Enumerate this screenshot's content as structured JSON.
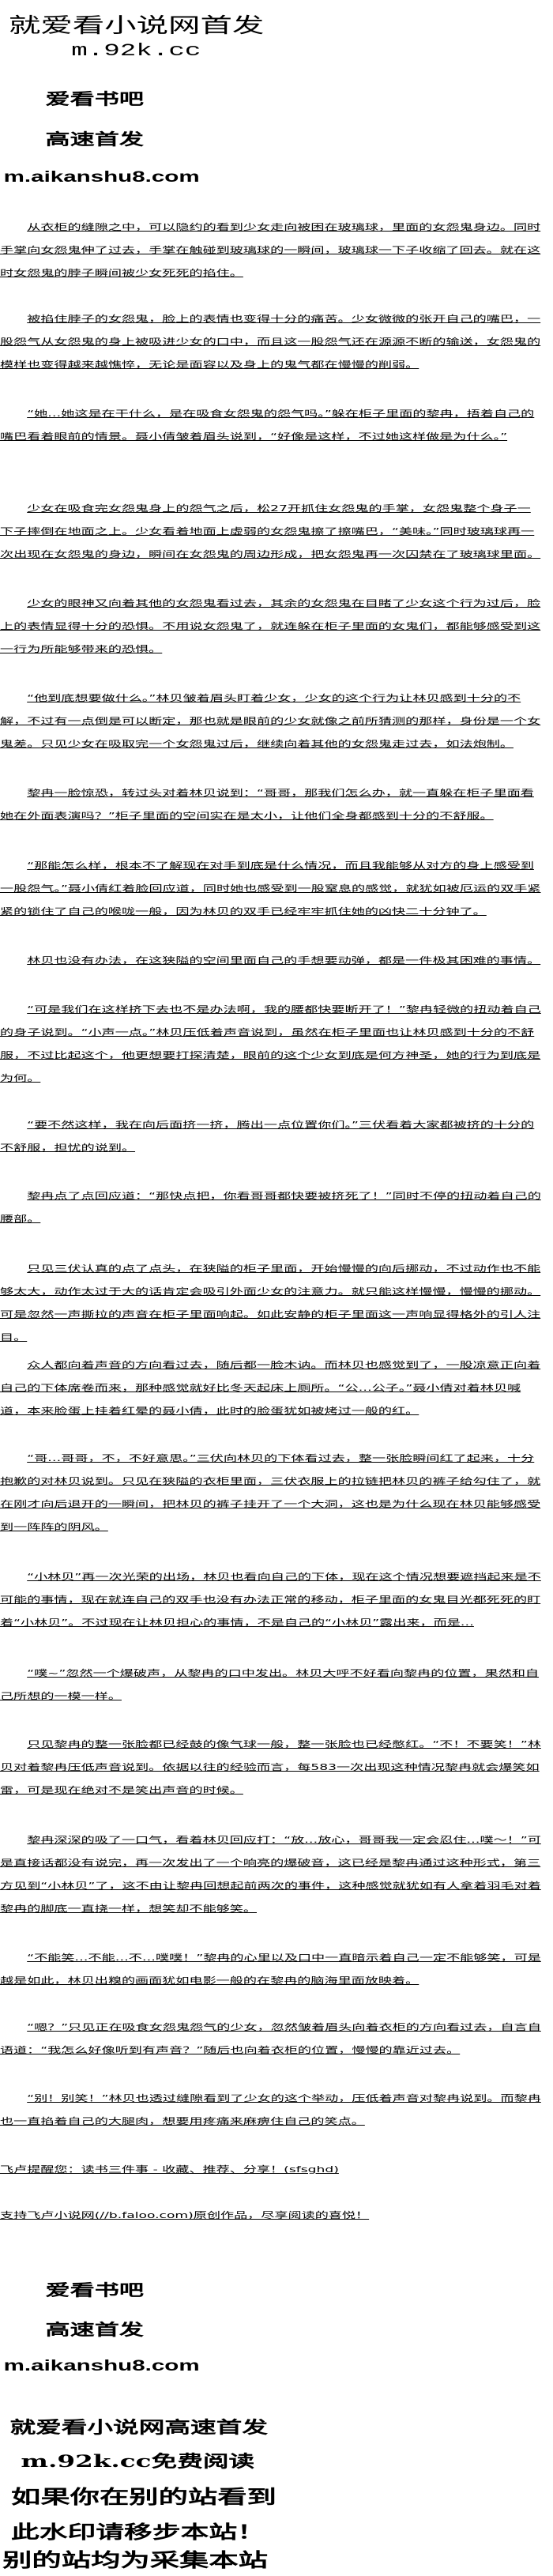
{
  "header": {
    "watermark_line1": "就爱看小说网首发",
    "watermark_line2": "m.92k.cc",
    "site_name": "爱看书吧",
    "site_slogan": "高速首发",
    "site_url": "m.aikanshu8.com"
  },
  "paragraphs": [
    "从衣柜的缝隙之中，可以隐约的看到少女走向被困在玻璃球，里面的女怨鬼身边。同时手掌向女怨鬼伸了过去，手掌在触碰到玻璃球的一瞬间，玻璃球一下子收缩了回去。就在这时女怨鬼的脖子瞬间被少女死死的掐住。",
    "被掐住脖子的女怨鬼，脸上的表情也变得十分的痛苦。少女微微的张开自己的嘴巴，一股怨气从女怨鬼的身上被吸进少女的口中，而且这一股怨气还在源源不断的输送，女怨鬼的模样也变得越来越憔悴，无论是面容以及身上的鬼气都在慢慢的削弱。",
    "“她…她这是在干什么，是在吸食女怨鬼的怨气吗。”躲在柜子里面的黎冉，捂着自己的嘴巴看着眼前的情景。聂小倩皱着眉头说到，“好像是这样，不过她这样做是为什么。”",
    "少女在吸食完女怨鬼身上的怨气之后，松27开抓住女怨鬼的手掌，女怨鬼整个身子一下子摔倒在地面之上。少女看着地面上虚弱的女怨鬼擦了擦嘴巴，“美味。”同时玻璃球再一次出现在女怨鬼的身边，瞬间在女怨鬼的周边形成，把女怨鬼再一次囚禁在了玻璃球里面。",
    "少女的眼神又向着其他的女怨鬼看过去，其余的女怨鬼在目睹了少女这个行为过后，脸上的表情显得十分的恐惧。不用说女怨鬼了，就连躲在柜子里面的女鬼们，都能够感受到这一行为所能够带来的恐惧。",
    "“他到底想要做什么。”林贝皱着眉头盯着少女，少女的这个行为让林贝感到十分的不解，不过有一点倒是可以断定，那也就是眼前的少女就像之前所猜测的那样，身份是一个女鬼差。只见少女在吸取完一个女怨鬼过后，继续向着其他的女怨鬼走过去，如法炮制。",
    "黎冉一脸惊恐，转过头对着林贝说到：“哥哥，那我们怎么办，就一直躲在柜子里面看她在外面表演吗？”柜子里面的空间实在是太小，让他们全身都感到十分的不舒服。",
    "“那能怎么样，根本不了解现在对手到底是什么情况，而且我能够从对方的身上感受到一股怨气。”聂小倩红着脸回应道，同时她也感受到一股窒息的感觉，就犹如被厄运的双手紧紧的锁住了自己的喉咙一般，因为林贝的双手已经牢牢抓住她的凶快二十分钟了。",
    "林贝也没有办法，在这狭隘的空间里面自己的手想要动弹，都是一件极其困难的事情。",
    "“可是我们在这样挤下去也不是办法啊，我的腰都快要断开了！”黎冉轻微的扭动着自己的身子说到。“小声一点。”林贝压低着声音说到，虽然在柜子里面也让林贝感到十分的不舒服，不过比起这个，他更想要打探清楚，眼前的这个少女到底是何方神圣，她的行为到底是为何。",
    "“要不然这样，我在向后面挤一挤，腾出一点位置你们。”三伏看着大家都被挤的十分的不舒服，担忧的说到。",
    "黎冉点了点回应道：“那快点把，你看哥哥都快要被挤死了！”同时不停的扭动着自己的腰部。",
    "只见三伏认真的点了点头，在狭隘的柜子里面，开始慢慢的向后挪动，不过动作也不能够太大，动作太过于大的话肯定会吸引外面少女的注意力。就只能这样慢慢，慢慢的挪动。可是忽然一声撕拉的声音在柜子里面响起。如此安静的柜子里面这一声响显得格外的引人注目。",
    "众人都向着声音的方向看过去，随后都一脸木讷。而林贝也感觉到了，一股凉意正向着自己的下体席卷而来，那种感觉就好比冬天起床上厕所。“公…公子。”聂小倩对着林贝喊道，本来脸蛋上挂着红晕的聂小倩，此时的脸蛋犹如被烤过一般的红。",
    "“哥…哥哥，不，不好意思。”三伏向林贝的下体看过去，整一张脸瞬间红了起来，十分抱歉的对林贝说到。只见在狭隘的衣柜里面，三伏衣服上的拉链把林贝的裤子给勾住了，就在刚才向后退开的一瞬间，把林贝的裤子挂开了一个大洞，这也是为什么现在林贝能够感受到一阵阵的阴风。",
    "“小林贝”再一次光荣的出场，林贝也看向自己的下体，现在这个情况想要遮挡起来是不可能的事情，现在就连自己的双手也没有办法正常的移动，柜子里面的女鬼目光都死死的盯着“小林贝”。不过现在让林贝担心的事情，不是自己的“小林贝”露出来，而是…",
    "“噗~”忽然一个爆破声，从黎冉的口中发出。林贝大呼不好看向黎冉的位置，果然和自己所想的一模一样。",
    "只见黎冉的整一张脸都已经鼓的像气球一般，整一张脸也已经憋红。“不！不要笑！”林贝对着黎冉压低声音说到。依据以往的经验而言，每583一次出现这种情况黎冉就会爆笑如雷，可是现在绝对不是笑出声音的时候。",
    "黎冉深深的吸了一口气，看着林贝回应打：“放…放心，哥哥我一定会忍住…噗～！”可是直接话都没有说完，再一次发出了一个响亮的爆破音，这已经是黎冉通过这种形式，第三方见到“小林贝”了，这不由让黎冉回想起前两次的事件，这种感觉就犹如有人拿着羽毛对着黎冉的脚底一直挠一样，想笑却不能够笑。",
    "“不能笑…不能…不…噗噗！”黎冉的心里以及口中一直暗示着自己一定不能够笑，可是越是如此，林贝出糗的画面犹如电影一般的在黎冉的脑海里面放映着。",
    "“嗯？”只见正在吸食女怨鬼怨气的少女，忽然皱着眉头向着衣柜的方向看过去，自言自语道：“我怎么好像听到有声音？”随后也向着衣柜的位置，慢慢的靠近过去。",
    "“别！别笑！”林贝也透过缝隙看到了少女的这个举动，压低着声音对黎冉说到。而黎冉也一直掐着自己的大腿肉，想要用疼痛来麻痹住自己的笑点。"
  ],
  "footer_notes": [
    "飞卢提醒您：读书三件事 - 收藏、推荐、分享！(sfsghd)",
    "支持飞卢小说网(//b.faloo.com)原创作品，尽享阅读的喜悦！"
  ],
  "footer": {
    "site_name": "爱看书吧",
    "site_slogan": "高速首发",
    "site_url": "m.aikanshu8.com",
    "watermark_lines": [
      "就爱看小说网高速首发",
      "m.92k.cc免费阅读",
      "如果你在别的站看到",
      "此水印请移步本站！",
      "别的站均为采集本站"
    ]
  }
}
